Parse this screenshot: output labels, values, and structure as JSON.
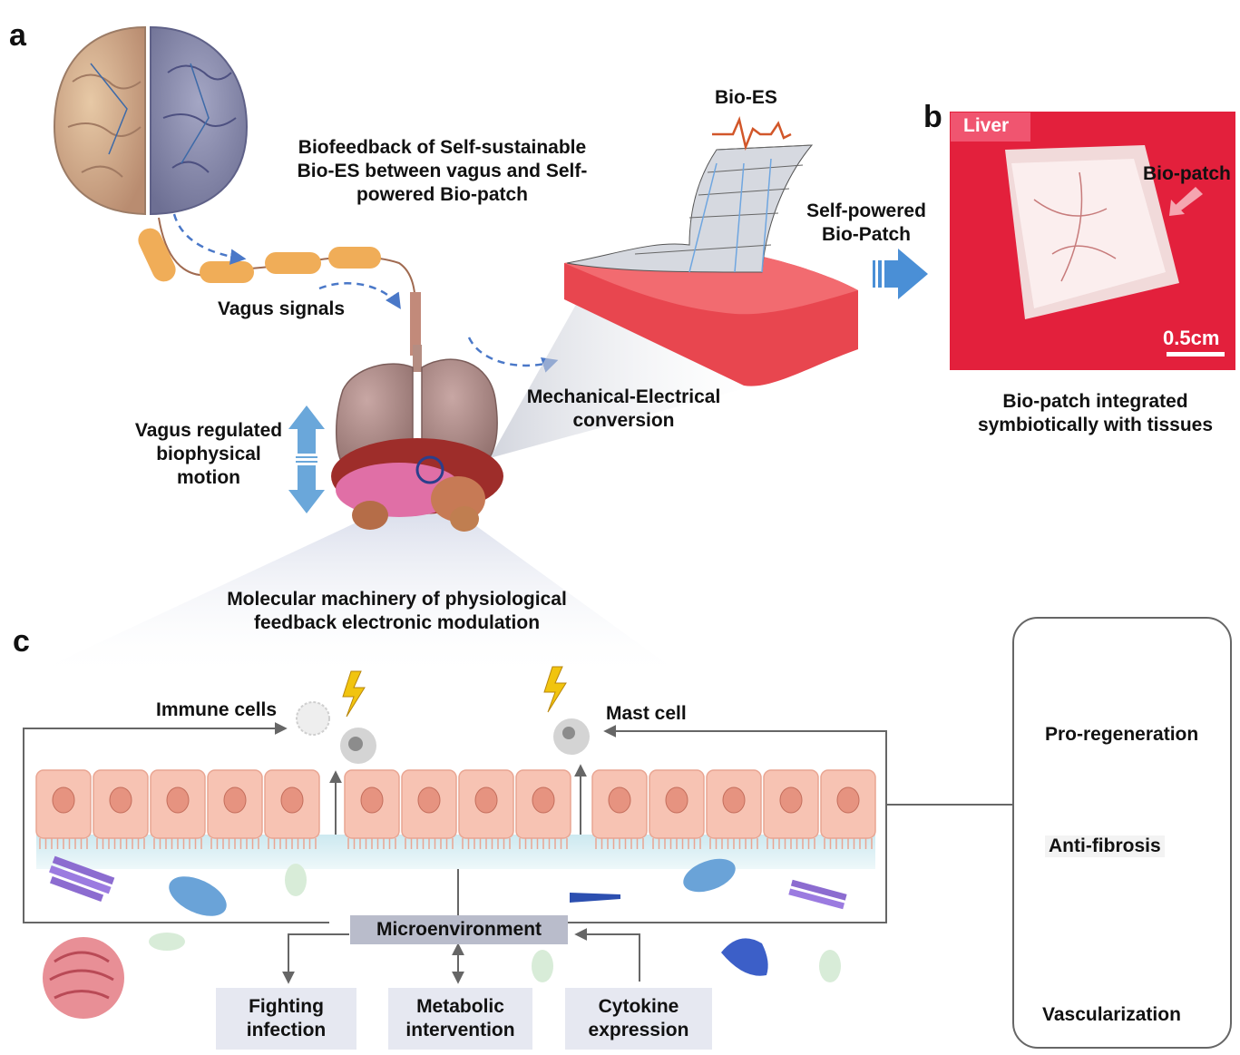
{
  "panels": {
    "a": "a",
    "b": "b",
    "c": "c"
  },
  "panel_a": {
    "biofeedback": [
      "Biofeedback  of  Self-sustainable",
      "Bio-ES between vagus and Self-",
      "powered Bio-patch"
    ],
    "vagus_signals": "Vagus signals",
    "vagus_regulated": [
      "Vagus regulated",
      "biophysical",
      "motion"
    ],
    "bio_es": "Bio-ES",
    "self_powered_patch": [
      "Self-powered",
      "Bio-Patch"
    ],
    "mech_elec": [
      "Mechanical-Electrical",
      "conversion"
    ],
    "molecular": [
      "Molecular machinery of physiological",
      "feedback electronic modulation"
    ]
  },
  "panel_b": {
    "liver_tag": "Liver",
    "bio_patch_tag": "Bio-patch",
    "scale_label": "0.5cm",
    "caption": [
      "Bio-patch integrated",
      "symbiotically with tissues"
    ]
  },
  "panel_c": {
    "immune_cells": "Immune cells",
    "mast_cell": "Mast cell",
    "microenvironment": "Microenvironment",
    "outcomes": [
      {
        "line1": "Fighting",
        "line2": "infection"
      },
      {
        "line1": "Metabolic",
        "line2": "intervention"
      },
      {
        "line1": "Cytokine",
        "line2": "expression"
      }
    ],
    "side_panel": [
      "Pro-regeneration",
      "Anti-fibrosis",
      "Vascularization"
    ]
  },
  "colors": {
    "arrow_blue": "#4a78c8",
    "tissue_red": "#e8464f",
    "photo_red": "#e3203c",
    "epithelial": "#f7c3b3",
    "nucleus": "#e69380",
    "outcome_box": "#e6e8f1",
    "micro_box": "#b9bccb"
  }
}
